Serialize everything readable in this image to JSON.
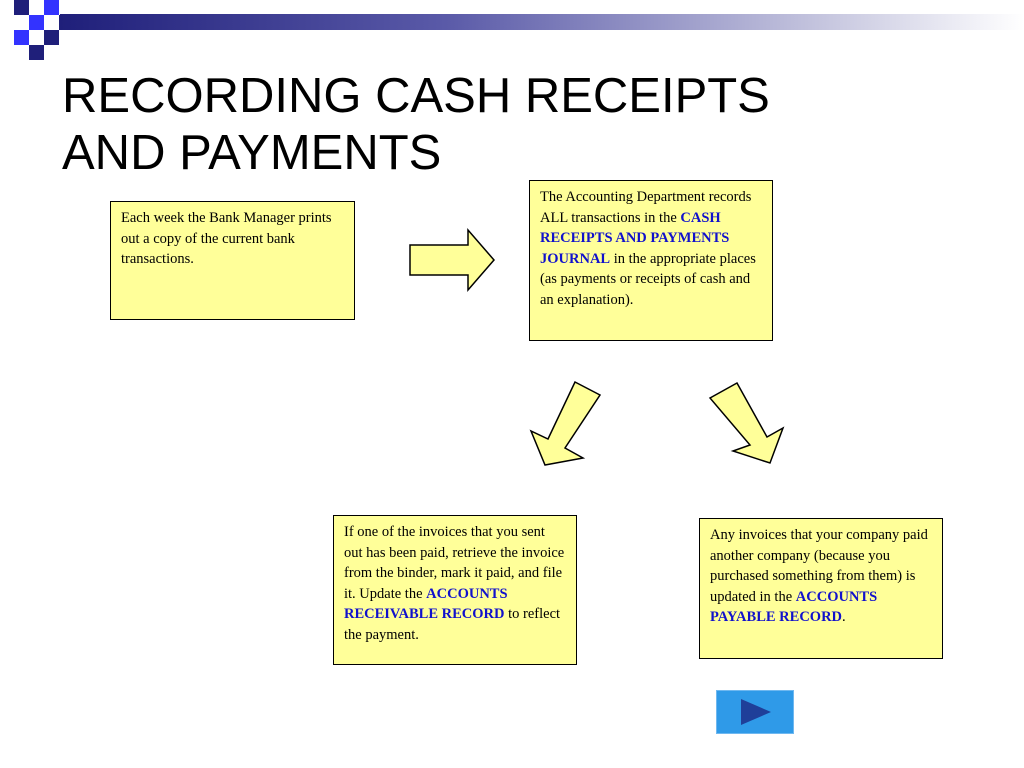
{
  "slide": {
    "title": "RECORDING CASH RECEIPTS\nAND PAYMENTS",
    "boxes": [
      {
        "before": "Each week the Bank Manager prints out a copy of the current bank transactions.",
        "highlight": "",
        "after": ""
      },
      {
        "before": "The Accounting Department records ALL transactions in the ",
        "highlight": "CASH RECEIPTS AND PAYMENTS JOURNAL",
        "after": " in the appropriate places (as payments or receipts of cash and an explanation)."
      },
      {
        "before": "If one of the  invoices that you sent out has been paid, retrieve the invoice from the binder, mark it paid, and file it.  Update the ",
        "highlight": "ACCOUNTS RECEIVABLE RECORD",
        "after": "  to reflect the payment."
      },
      {
        "before": "Any invoices that your company paid another company (because you purchased something from them) is updated in the ",
        "highlight": "ACCOUNTS PAYABLE RECORD",
        "after": "."
      }
    ]
  },
  "colors": {
    "box_fill": "#ffff99",
    "highlight_text": "#1111cc",
    "nav_button": "#2f9ae8",
    "nav_arrow": "#1f3f99",
    "brand_dark": "#1f1f7a",
    "brand_accent": "#3333ff"
  },
  "icons": {
    "next": "play-right-icon",
    "arrow": "block-arrow"
  }
}
